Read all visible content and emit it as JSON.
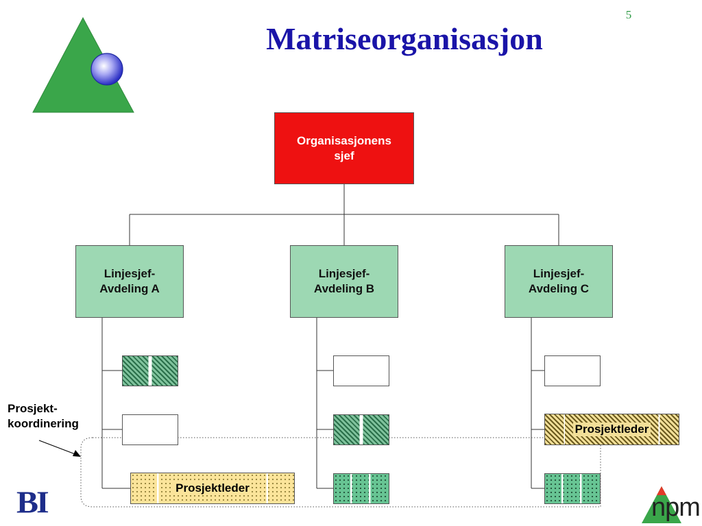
{
  "slide": {
    "number": "5",
    "title": "Matriseorganisasjon"
  },
  "org_chart": {
    "top": {
      "line1": "Organisasjonens",
      "line2": "sjef"
    },
    "departments": [
      {
        "line1": "Linjesjef-",
        "line2": "Avdeling A"
      },
      {
        "line1": "Linjesjef-",
        "line2": "Avdeling B"
      },
      {
        "line1": "Linjesjef-",
        "line2": "Avdeling C"
      }
    ],
    "project_leader_label": "Prosjektleder",
    "coordination_label": {
      "line1": "Prosjekt-",
      "line2": "koordinering"
    }
  },
  "logos": {
    "bottom_left": "BI",
    "bottom_right": "npm"
  },
  "colors": {
    "title": "#1a14a8",
    "ceo_box": "#ee1111",
    "department_box": "#9dd8b3",
    "project_leader_box": "#fbe49a",
    "logo_triangle": "#3aa64a"
  }
}
